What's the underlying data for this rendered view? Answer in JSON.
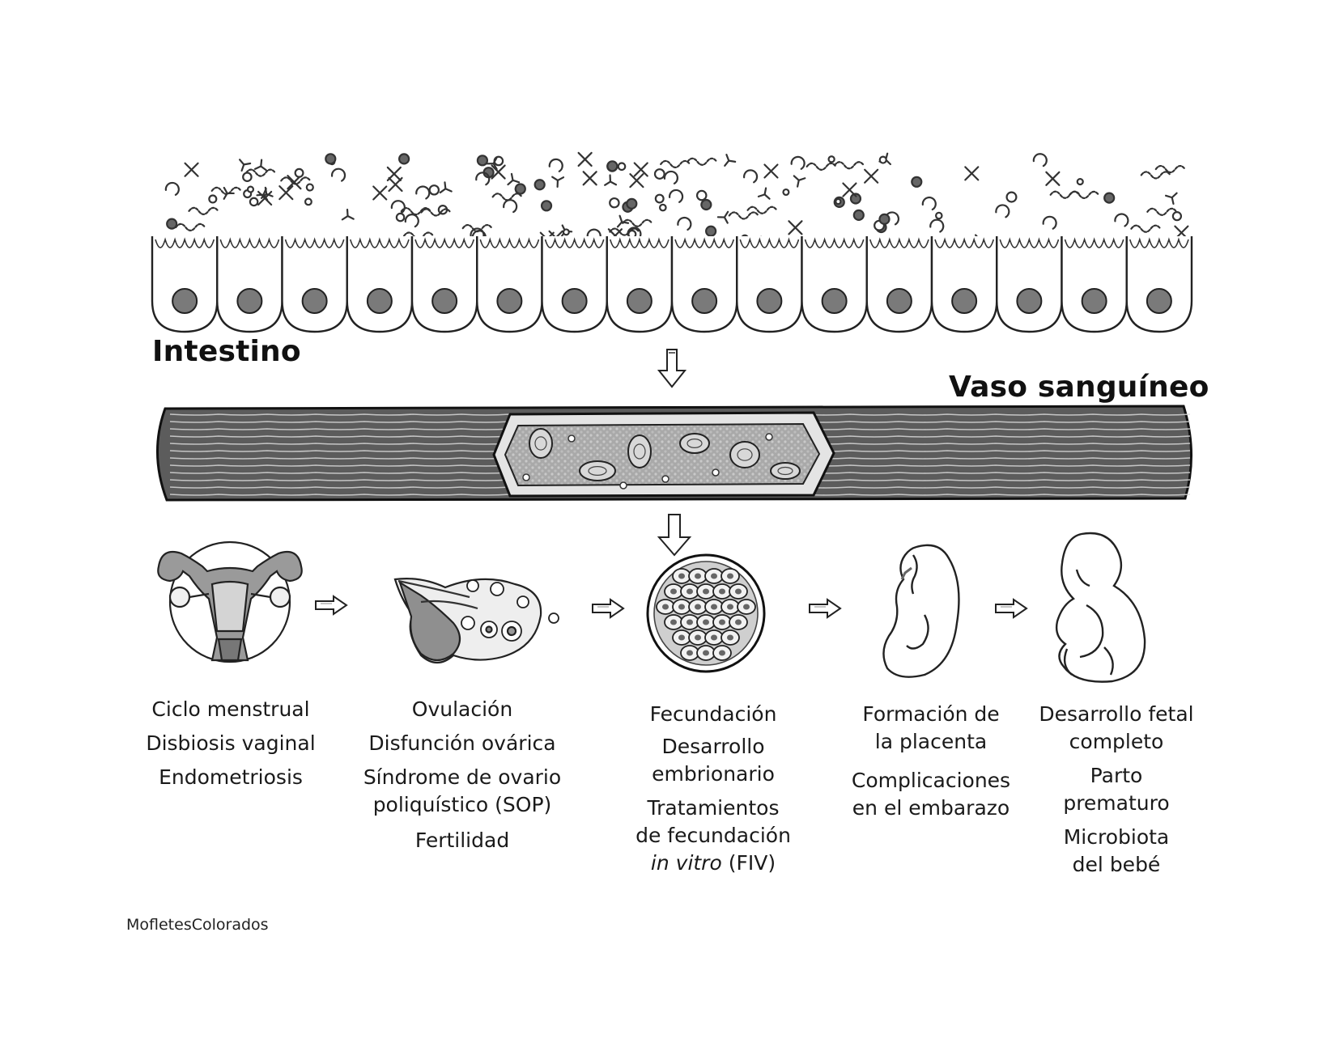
{
  "labels": {
    "intestine": "Intestino",
    "blood_vessel": "Vaso sanguíneo",
    "credit": "MofletesColorados"
  },
  "stages": [
    {
      "icon": "uterus-icon",
      "lines": [
        "Ciclo menstrual",
        "Disbiosis vaginal",
        "Endometriosis"
      ]
    },
    {
      "icon": "ovary-icon",
      "lines": [
        "Ovulación",
        "Disfunción ovárica",
        "Síndrome de ovario",
        "poliquístico (SOP)",
        "Fertilidad"
      ]
    },
    {
      "icon": "embryo-cells-icon",
      "lines": [
        "Fecundación",
        "Desarrollo",
        "embrionario",
        "Tratamientos",
        "de fecundación",
        "in vitro",
        "(FIV)"
      ]
    },
    {
      "icon": "early-fetus-icon",
      "lines": [
        "Formación de",
        "la placenta",
        "Complicaciones",
        "en el embarazo"
      ]
    },
    {
      "icon": "fetus-icon",
      "lines": [
        "Desarrollo fetal",
        "completo",
        "Parto",
        "prematuro",
        "Microbiota",
        "del bebé"
      ]
    }
  ],
  "colors": {
    "nucleus": "#7a7a7a",
    "vessel_wall": "#555555",
    "vessel_inner": "#a8a8a8",
    "outline": "#222222"
  }
}
